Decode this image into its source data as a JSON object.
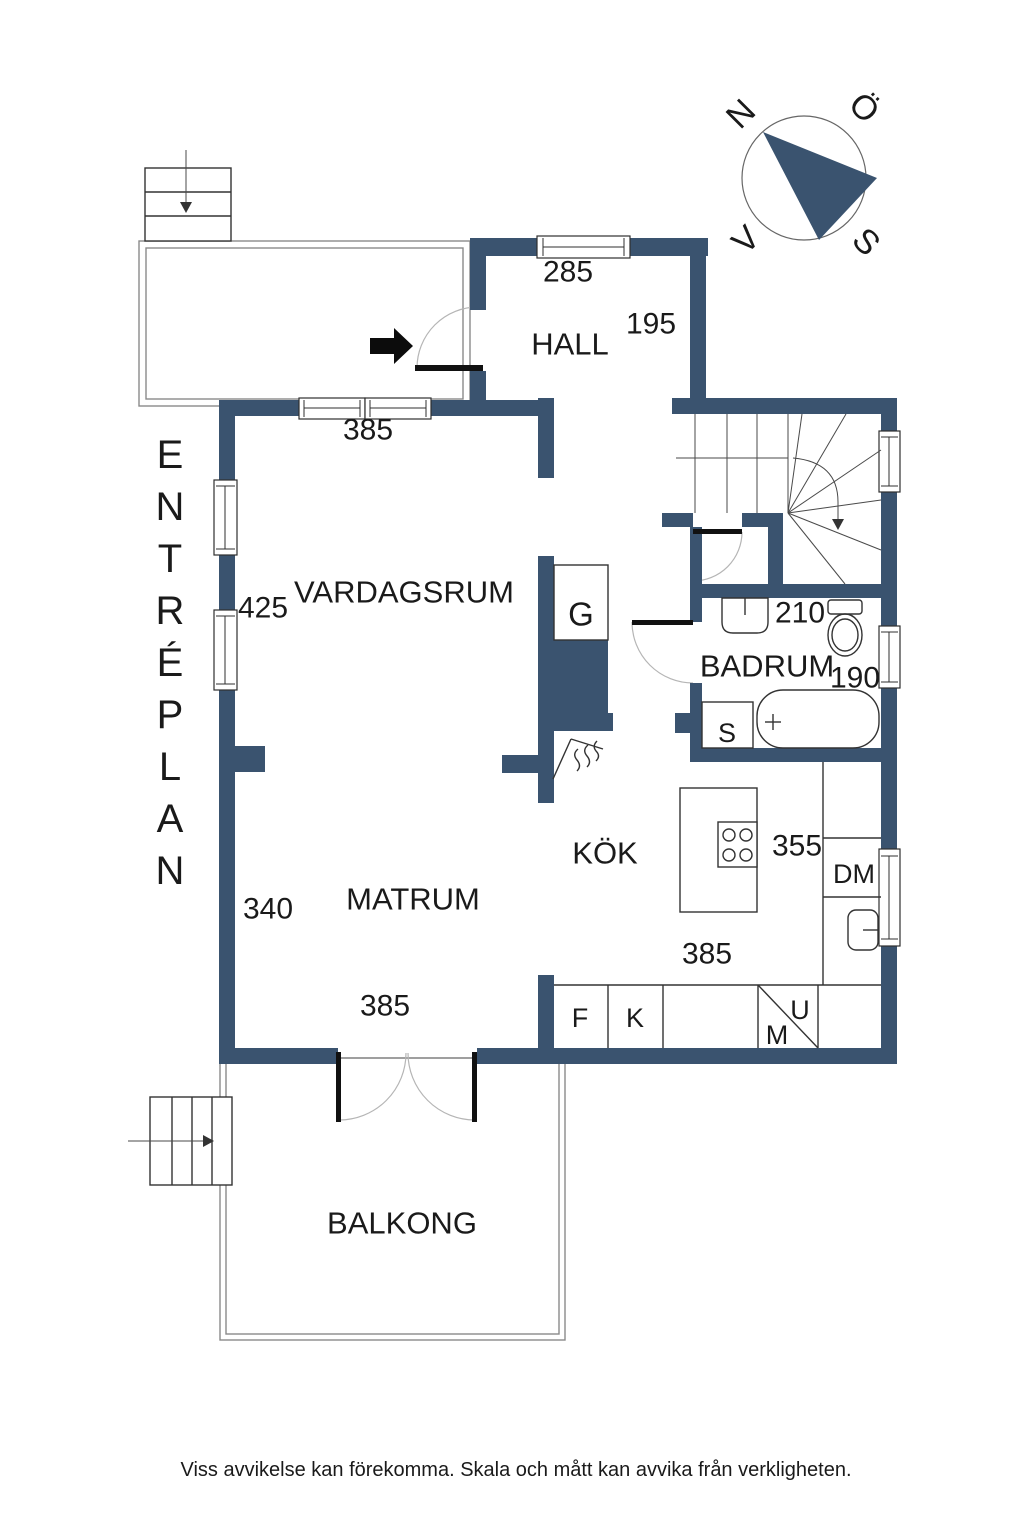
{
  "plan_title": "ENTRÉPLAN",
  "compass": {
    "north": "N",
    "east": "Ö",
    "south": "S",
    "west": "V"
  },
  "rooms": {
    "hall": "HALL",
    "living_room": "VARDAGSRUM",
    "dining_room": "MATRUM",
    "kitchen": "KÖK",
    "bathroom": "BADRUM",
    "balcony": "BALKONG"
  },
  "measurements": {
    "hall_width": "285",
    "hall_depth": "195",
    "living_top_width": "385",
    "living_side_depth": "425",
    "bathroom_width": "210",
    "bathroom_depth": "190",
    "kitchen_depth": "355",
    "kitchen_width": "385",
    "dining_depth": "340",
    "dining_width": "385"
  },
  "fixtures": {
    "wardrobe": "G",
    "bathroom_cabinet": "S",
    "dishwasher": "DM",
    "fridge": "F",
    "refrigerator": "K",
    "micro": "M",
    "oven": "U"
  },
  "footer": {
    "disclaimer": "Viss avvikelse kan förekomma. Skala och mått kan avvika från verkligheten."
  },
  "colors": {
    "wall": "#3a536f",
    "line": "#333333",
    "outline": "#8a8a8a",
    "text": "#1a1a1a"
  }
}
